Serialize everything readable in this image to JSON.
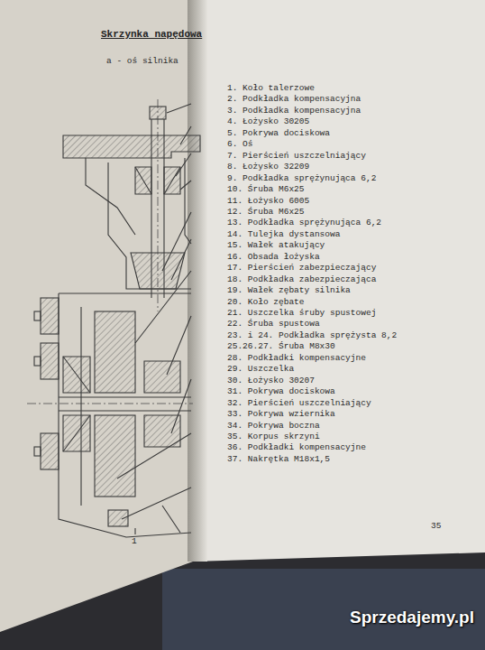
{
  "diagram": {
    "title": "Skrzynka napędowa",
    "labels": [
      "a - oś silnika",
      "1. Koło talerzowe",
      "2. Podkładka kompensacyjna",
      "3. Podkładka kompensacyjna",
      "4. Łożysko 30205",
      "5. Pokrywa dociskowa",
      "6. Oś",
      "7. Pierścień uszczelniający",
      "8. Łożysko 32209",
      "9. Podkładka sprężynująca 6,2",
      "10. Śruba M6x25",
      "11. Łożysko 6005",
      "12. Śruba M6x25",
      "13. Podkładka sprężynująca 6,2",
      "14. Tulejka dystansowa",
      "15. Wałek atakujący",
      "16. Obsada łożyska",
      "17. Pierścień zabezpieczający",
      "18. Podkładka zabezpieczająca",
      "19. Wałek zębaty silnika",
      "20. Koło zębate",
      "21. Uszczelka śruby spustowej",
      "22. Śruba spustowa",
      "23. i 24. Podkładka sprężysta 8,2",
      "25.26.27. Śruba M8x30",
      "28. Podkładki kompensacyjne",
      "29. Uszczelka",
      "30. Łożysko 30207",
      "31. Pokrywa dociskowa",
      "32. Pierścień uszczelniający",
      "33. Pokrywa wziernika",
      "34. Pokrywa boczna",
      "35. Korpus skrzyni",
      "36. Podkładki kompensacyjne",
      "37. Nakrętka M18x1,5",
      "1",
      "35",
      "Sprzedajemy.pl"
    ]
  }
}
